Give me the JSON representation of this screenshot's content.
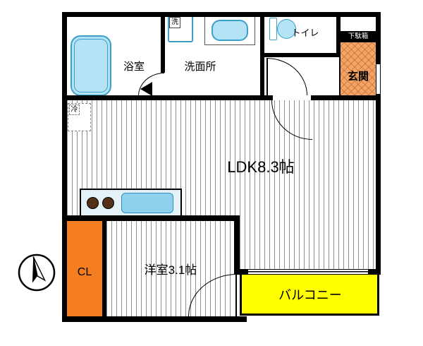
{
  "labels": {
    "bathroom": "浴室",
    "washroom": "洗面所",
    "washer": "洗",
    "toilet": "トイレ",
    "shoebox": "下駄箱",
    "entrance": "玄関",
    "fridge": "冷",
    "ldk": "LDK8.3帖",
    "closet": "CL",
    "western_room": "洋室3.1帖",
    "balcony": "バルコニー"
  },
  "colors": {
    "wall": "#000000",
    "stripe": "#8f8f8f",
    "fixture_blue": "#b5e3f5",
    "fixture_border": "#3a9fc9",
    "sink_fill": "#8fd0ec",
    "counter_fill": "#e4f1f9",
    "entrance_fill": "#f2a469",
    "closet_fill": "#f57f20",
    "balcony_fill": "#ffff00",
    "burner_brown": "#53301a"
  }
}
